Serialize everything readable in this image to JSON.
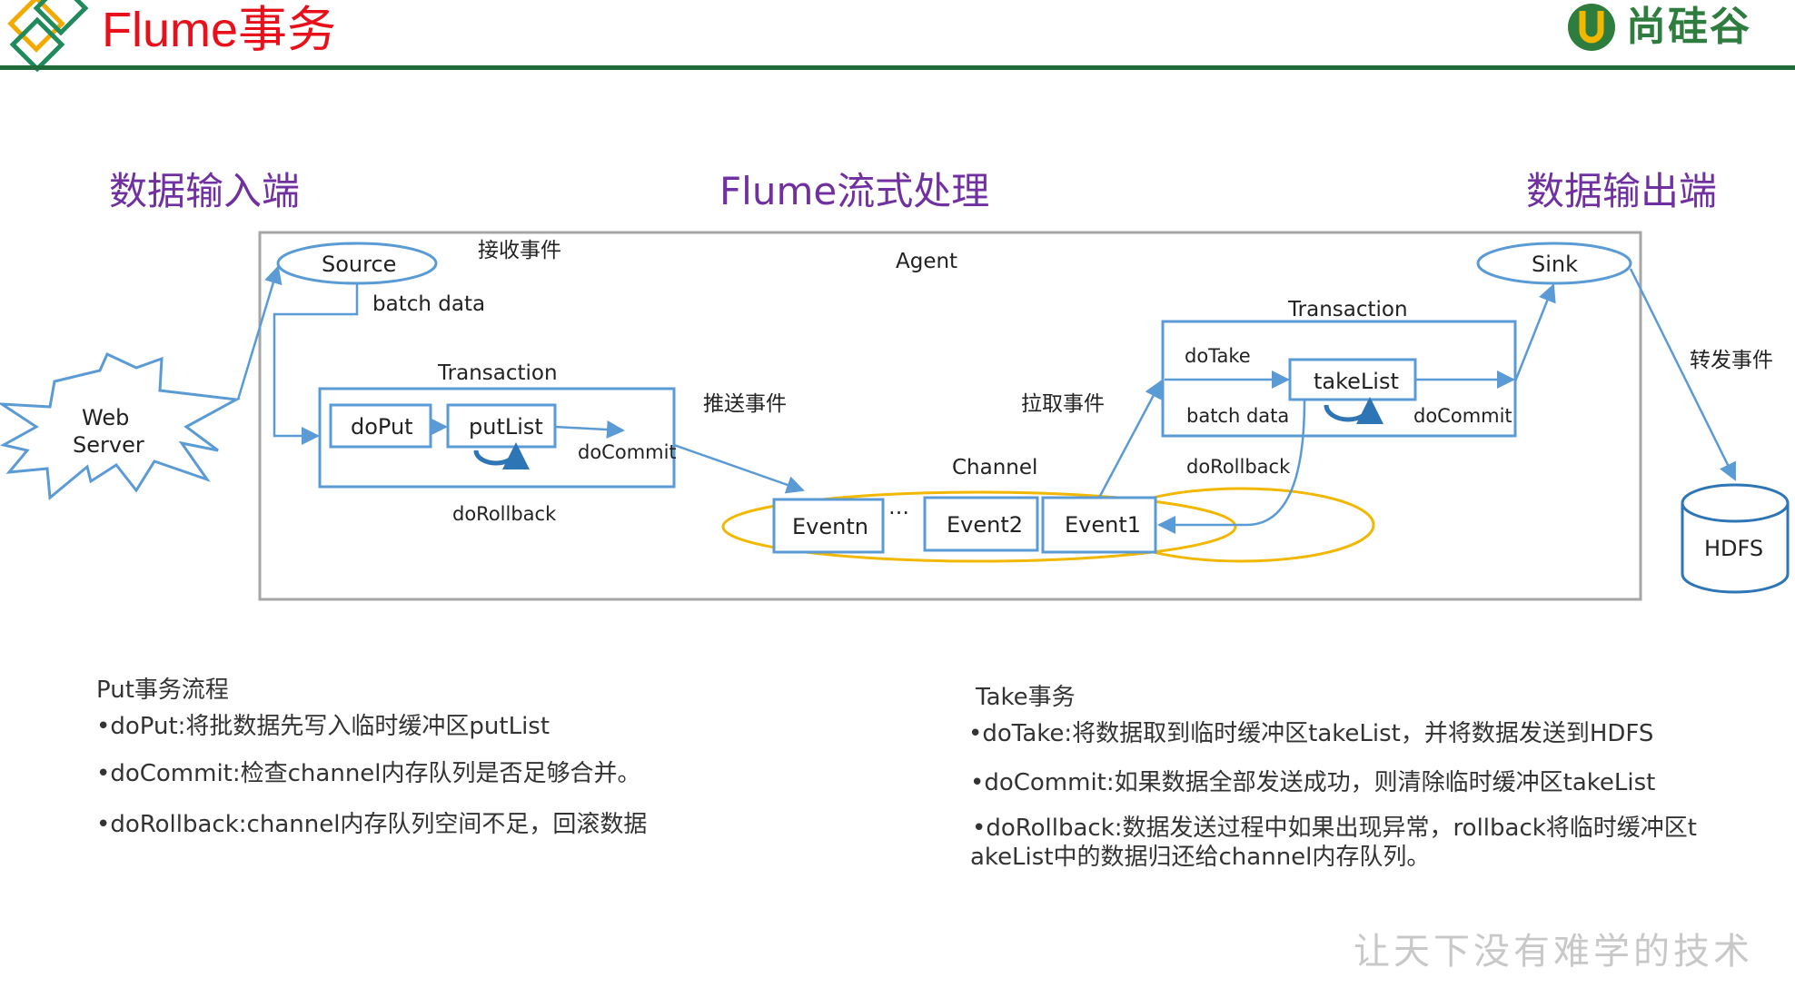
{
  "header": {
    "title": "Flume事务",
    "brand": "尚硅谷",
    "colors": {
      "title": "#e8111b",
      "rule": "#1f6b3a",
      "section": "#7030a0",
      "box": "#5b9bd5",
      "channel": "#f2b700"
    }
  },
  "sections": {
    "input": "数据输入端",
    "process": "Flume流式处理",
    "output": "数据输出端"
  },
  "diagram": {
    "agent": "Agent",
    "source": "Source",
    "receive_event": "接收事件",
    "batch_data_put": "batch data",
    "web_server_line1": "Web",
    "web_server_line2": "Server",
    "put_transaction": {
      "title": "Transaction",
      "doPut": "doPut",
      "putList": "putList",
      "doCommit": "doCommit",
      "doRollback": "doRollback"
    },
    "push_event": "推送事件",
    "pull_event": "拉取事件",
    "channel": {
      "title": "Channel",
      "events": [
        "Eventn",
        "Event2",
        "Event1"
      ],
      "ellipsis": "…"
    },
    "take_transaction": {
      "title": "Transaction",
      "doTake": "doTake",
      "takeList": "takeList",
      "batch_data": "batch data",
      "doCommit": "doCommit",
      "doRollback": "doRollback"
    },
    "sink": "Sink",
    "forward_event": "转发事件",
    "hdfs": "HDFS"
  },
  "notes": {
    "put": {
      "title": "Put事务流程",
      "items": [
        "•doPut:将批数据先写入临时缓冲区putList",
        "•doCommit:检查channel内存队列是否足够合并。",
        "•doRollback:channel内存队列空间不足，回滚数据"
      ]
    },
    "take": {
      "title": "Take事务",
      "items": [
        "•doTake:将数据取到临时缓冲区takeList，并将数据发送到HDFS",
        "•doCommit:如果数据全部发送成功，则清除临时缓冲区takeList",
        "•doRollback:数据发送过程中如果出现异常，rollback将临时缓冲区t",
        "akeList中的数据归还给channel内存队列。"
      ]
    }
  },
  "footer": {
    "slogan": "让天下没有难学的技术"
  }
}
